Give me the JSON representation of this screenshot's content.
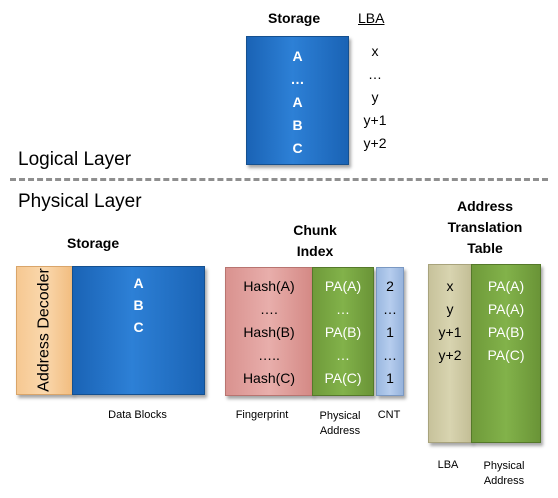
{
  "logical": {
    "storage_title": "Storage",
    "lba_header": "LBA",
    "storage_rows": [
      "A",
      "…",
      "A",
      "B",
      "C"
    ],
    "lba_rows": [
      "x",
      "…",
      "y",
      "y+1",
      "y+2"
    ],
    "layer_label": "Logical Layer"
  },
  "physical": {
    "layer_label": "Physical Layer",
    "storage_title": "Storage",
    "address_decoder": [
      "Address",
      "Decoder"
    ],
    "data_rows": [
      "A",
      "B",
      "C"
    ],
    "data_blocks_caption": "Data Blocks",
    "chunk_index_title": [
      "Chunk",
      "Index"
    ],
    "fingerprint_rows": [
      "Hash(A)",
      "….",
      "Hash(B)",
      "…..",
      "Hash(C)"
    ],
    "physical_address_rows": [
      "PA(A)",
      "…",
      "PA(B)",
      "…",
      "PA(C)"
    ],
    "cnt_rows": [
      "2",
      "…",
      "1",
      "…",
      "1"
    ],
    "fingerprint_caption": "Fingerprint",
    "physical_address_caption": [
      "Physical",
      "Address"
    ],
    "cnt_caption": "CNT",
    "att_title": [
      "Address",
      "Translation",
      "Table"
    ],
    "att_lba_rows": [
      "x",
      "y",
      "y+1",
      "y+2"
    ],
    "att_pa_rows": [
      "PA(A)",
      "PA(A)",
      "PA(B)",
      "PA(C)"
    ],
    "att_lba_caption": "LBA",
    "att_pa_caption": [
      "Physical",
      "Address"
    ]
  },
  "colors": {
    "blue": "#1f6fc2",
    "orange": "#f8cf9f",
    "pink": "#e0a19e",
    "green": "#76a541",
    "lightblue": "#a9c3e8",
    "tan": "#cfcaa6",
    "dash": "#8f8f8f"
  }
}
